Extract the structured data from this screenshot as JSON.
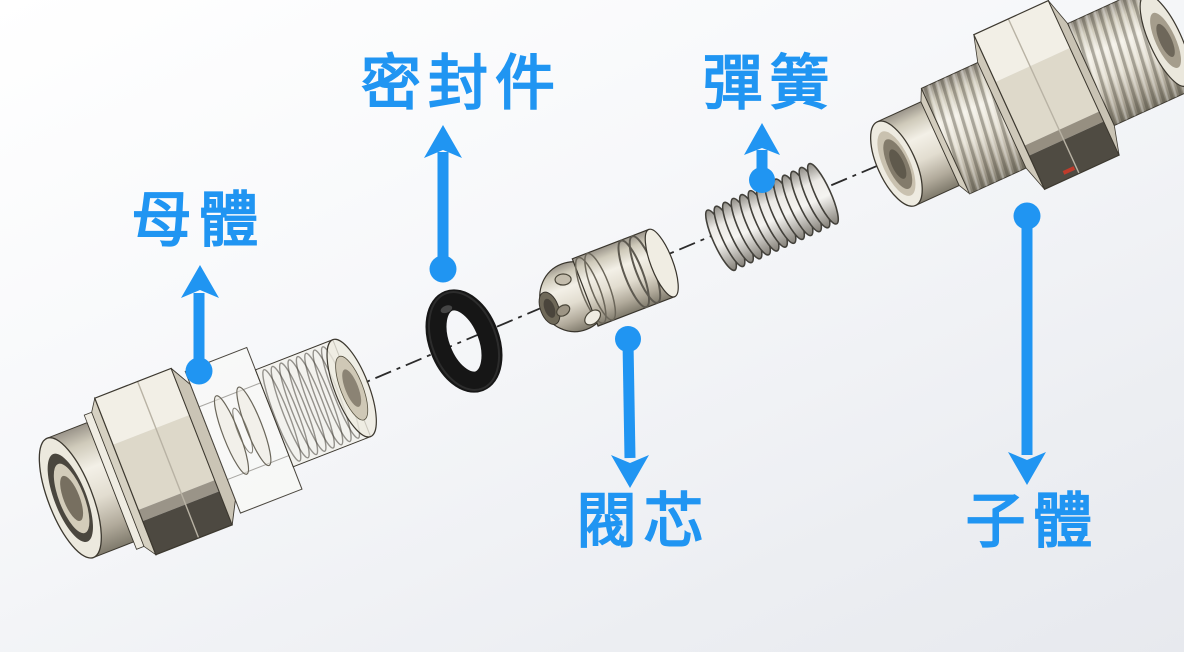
{
  "diagram": {
    "type": "exploded-view"
  },
  "labels": {
    "female_body": "母體",
    "seal": "密封件",
    "valve_core": "閥芯",
    "spring": "彈簧",
    "male_body": "子體"
  },
  "colors": {
    "accent": "#2095F2",
    "o_ring": "#161616",
    "metal_light": "#F2EFE6",
    "metal_mid": "#DDD8CA",
    "metal_dark": "#4D4941",
    "background_top": "#FFFFFF",
    "background_bottom": "#E7E9EE"
  }
}
